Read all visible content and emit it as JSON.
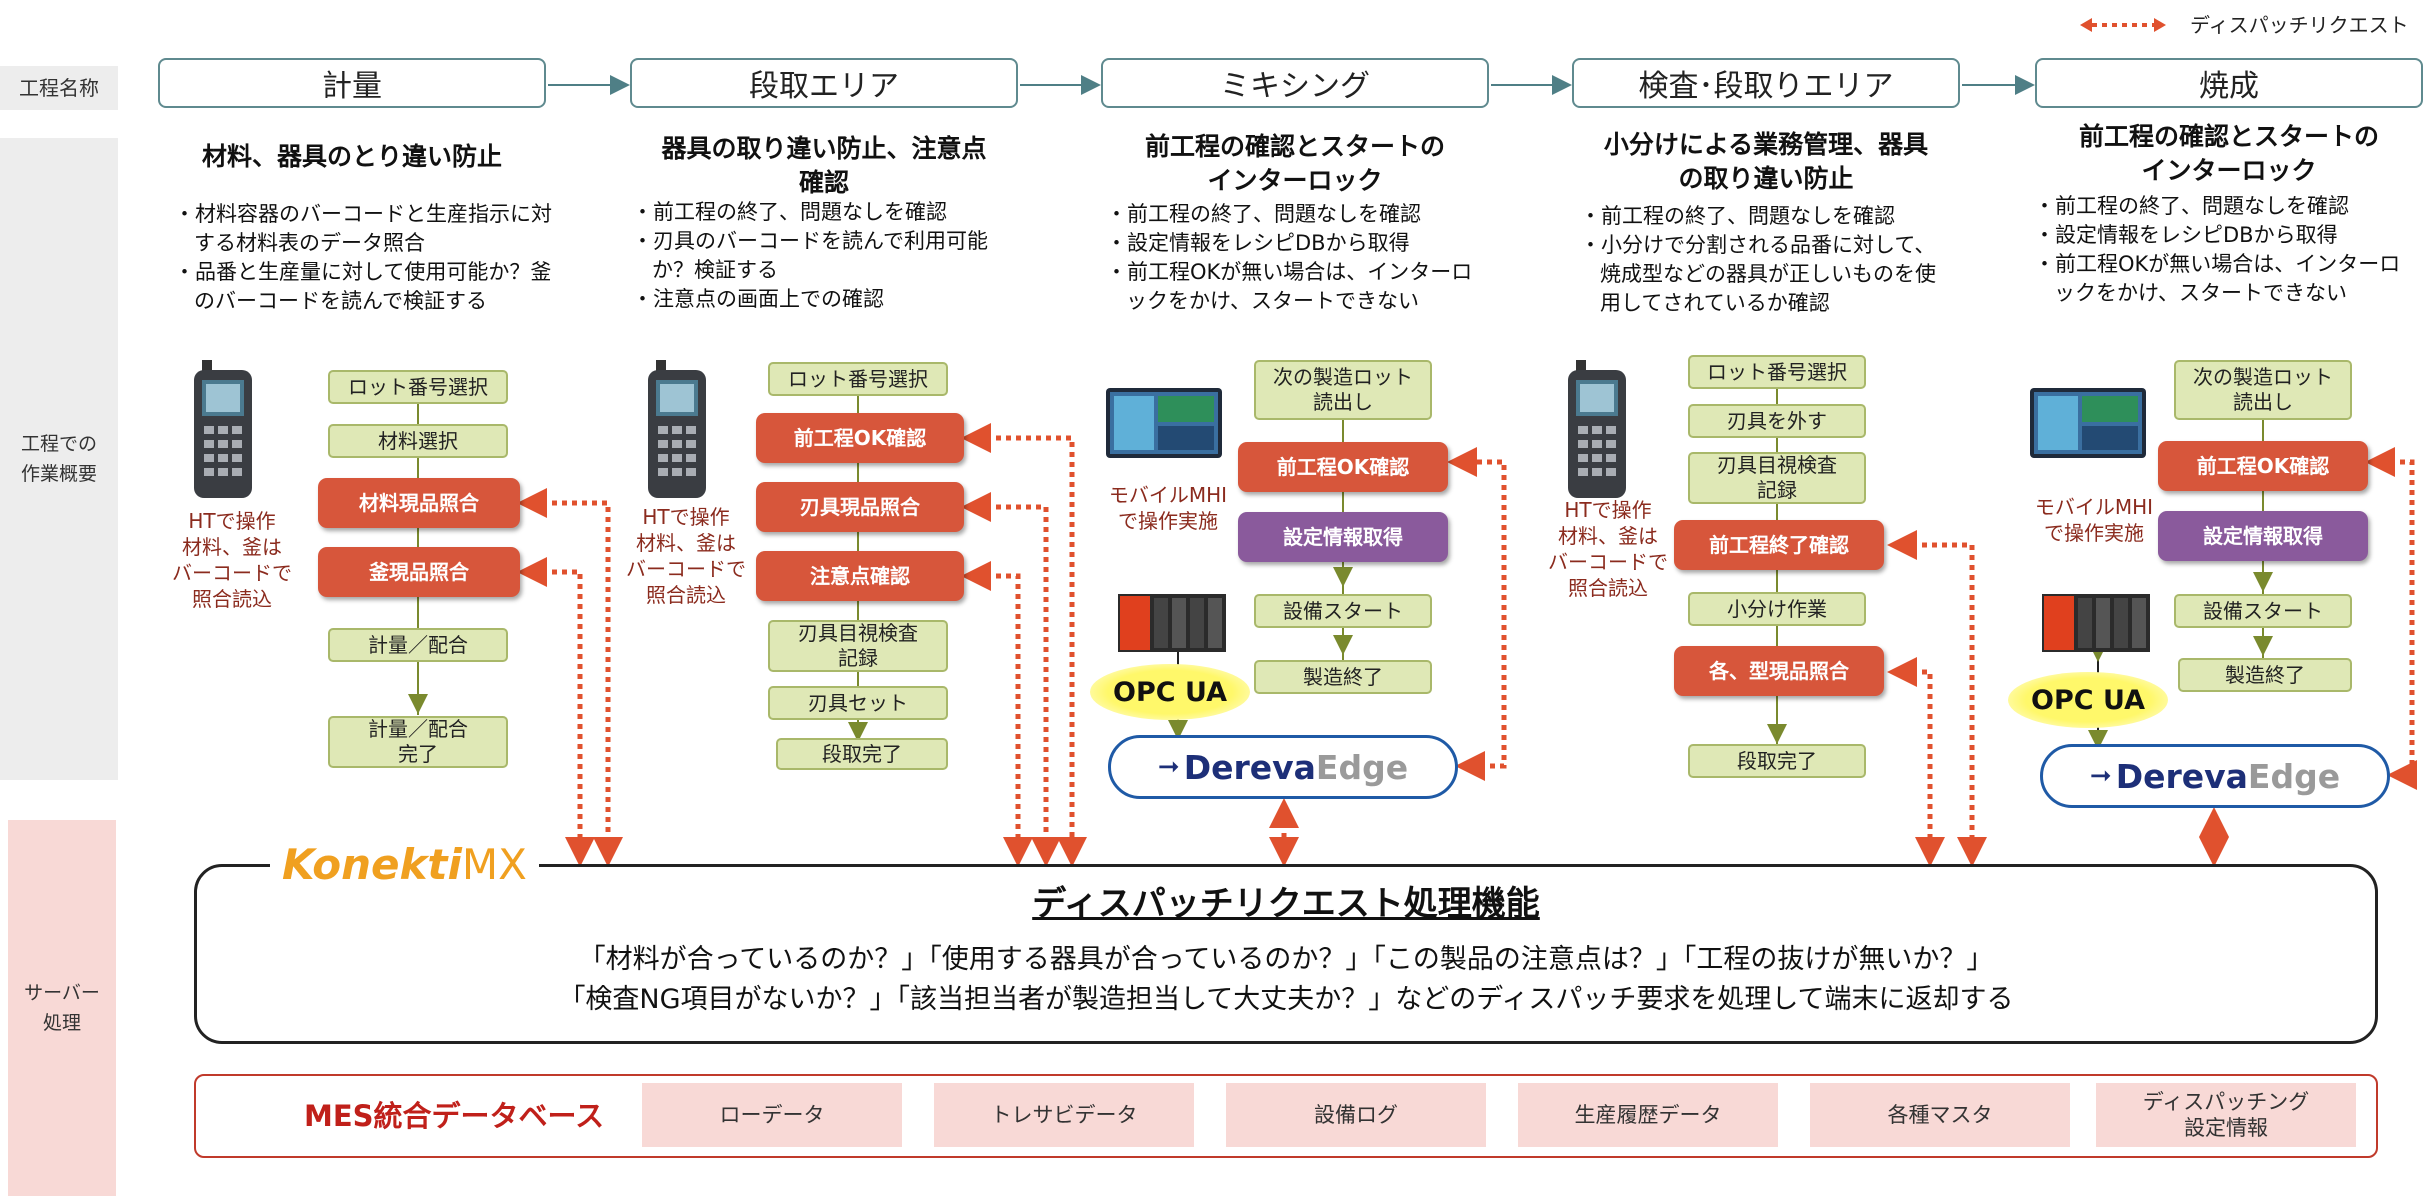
{
  "legend": {
    "label": "ディスパッチリクエスト"
  },
  "row_labels": {
    "process_name": "工程名称",
    "work_overview": "工程での\n作業概要",
    "server": "サーバー\n処理"
  },
  "stages": [
    {
      "name": "計量",
      "heading": "材料、器具のとり違い防止",
      "bullets": [
        "材料容器のバーコードと生産指示に対する材料表のデータ照合",
        "品番と生産量に対して使用可能か？釜のバーコードを読んで検証する"
      ],
      "device_note": "HTで操作\n材料、釜は\nバーコードで\n照合読込",
      "steps": [
        "ロット番号選択",
        "材料選択",
        "材料現品照合",
        "釜現品照合",
        "計量／配合",
        "計量／配合\n完了"
      ]
    },
    {
      "name": "段取エリア",
      "heading": "器具の取り違い防止、注意点\n確認",
      "bullets": [
        "前工程の終了、問題なしを確認",
        "刃具のバーコードを読んで利用可能か？検証する",
        "注意点の画面上での確認"
      ],
      "device_note": "HTで操作\n材料、釜は\nバーコードで\n照合読込",
      "steps": [
        "ロット番号選択",
        "前工程OK確認",
        "刃具現品照合",
        "注意点確認",
        "刃具目視検査\n記録",
        "刃具セット",
        "段取完了"
      ]
    },
    {
      "name": "ミキシング",
      "heading": "前工程の確認とスタートの\nインターロック",
      "bullets": [
        "前工程の終了、問題なしを確認",
        "設定情報をレシピDBから取得",
        "前工程OKが無い場合は、インターロックをかけ、スタートできない"
      ],
      "device_note": "モバイルMHI\nで操作実施",
      "steps": [
        "次の製造ロット\n読出し",
        "前工程OK確認",
        "設定情報取得",
        "設備スタート",
        "製造終了"
      ]
    },
    {
      "name": "検査･段取りエリア",
      "heading": "小分けによる業務管理、器具\nの取り違い防止",
      "bullets": [
        "前工程の終了、問題なしを確認",
        "小分けで分割される品番に対して、焼成型などの器具が正しいものを使用してされているか確認"
      ],
      "device_note": "HTで操作\n材料、釜は\nバーコードで\n照合読込",
      "steps": [
        "ロット番号選択",
        "刃具を外す",
        "刃具目視検査\n記録",
        "前工程終了確認",
        "小分け作業",
        "各、型現品照合",
        "段取完了"
      ]
    },
    {
      "name": "焼成",
      "heading": "前工程の確認とスタートの\nインターロック",
      "bullets": [
        "前工程の終了、問題なしを確認",
        "設定情報をレシピDBから取得",
        "前工程OKが無い場合は、インターロックをかけ、スタートできない"
      ],
      "device_note": "モバイルMHI\nで操作実施",
      "steps": [
        "次の製造ロット\n読出し",
        "前工程OK確認",
        "設定情報取得",
        "設備スタート",
        "製造終了"
      ]
    }
  ],
  "opc": {
    "label": "OPC UA"
  },
  "dereva": {
    "part1": "Dereva",
    "part2": "Edge"
  },
  "server": {
    "logo_part1": "Konekti",
    "logo_part2": "MX",
    "title": "ディスパッチリクエスト処理機能",
    "line1": "「材料が合っているのか？」「使用する器具が合っているのか？」「この製品の注意点は？」「工程の抜けが無いか？」",
    "line2": "「検査NG項目がないか？」「該当担当者が製造担当して大丈夫か？」などのディスパッチ要求を処理して端末に返却する"
  },
  "database": {
    "title": "MES統合データベース",
    "items": [
      "ローデータ",
      "トレサビデータ",
      "設備ログ",
      "生産履歴データ",
      "各種マスタ",
      "ディスパッチング\n設定情報"
    ]
  },
  "colors": {
    "dispatch_arrow": "#e0512e",
    "red_node": "#d7563b",
    "green_node": "#dfe8b6",
    "purple_node": "#8a5a9c",
    "stage_border": "#5f8a8f",
    "db_cell": "#f8d9d6",
    "konekti": "#f0a020"
  }
}
